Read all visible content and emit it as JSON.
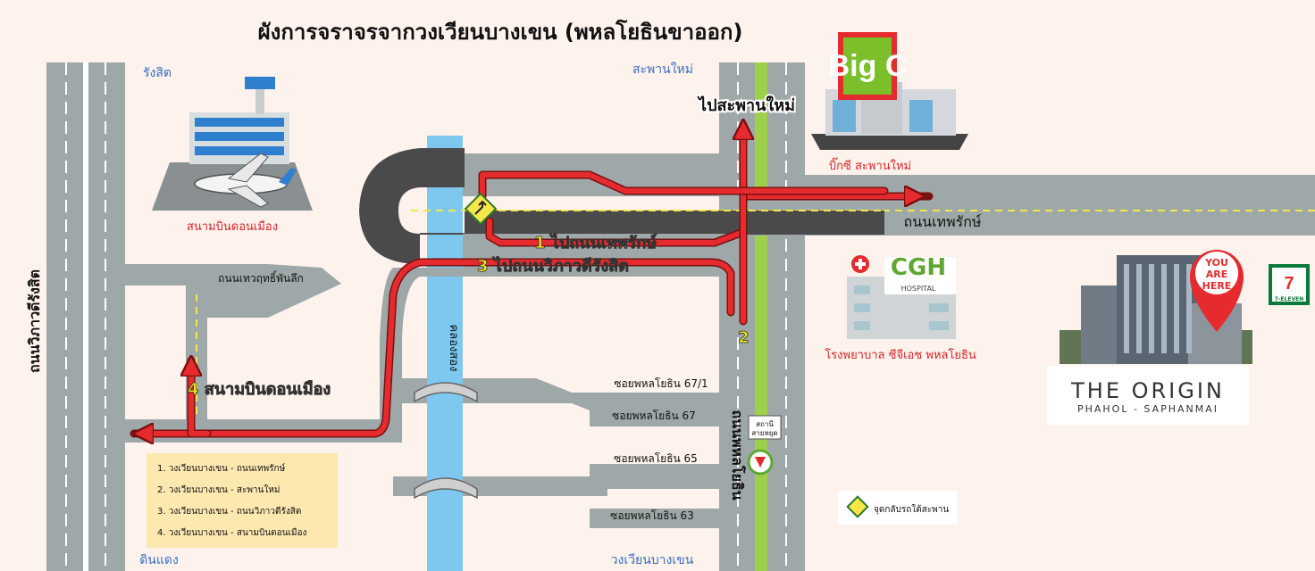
{
  "title": "ผังการจราจรจากวงเวียนบางเขน (พหลโยธินขาออก)",
  "directions": {
    "rangsit": "รังสิต",
    "saphan_mai": "สะพานใหม่",
    "din_daeng": "ดินแดง",
    "wongwian_bangkhen": "วงเวียนบางเขน"
  },
  "roads": {
    "vibhavadi": "ถนนวิภาวดีรังสิต",
    "thepharak": "ถนนเทพรักษ์",
    "phahonyothin": "ถนนพหลโยธิน",
    "thewarit": "ถนนเทวฤทธิ์พันลึก",
    "canal": "คลองสอง"
  },
  "sois": [
    "ซอยพหลโยธิน 67/1",
    "ซอยพหลโยธิน 67",
    "ซอยพหลโยธิน 65",
    "ซอยพหลโยธิน 63"
  ],
  "routes": {
    "r1": "1 ไปถนนเทพรักษ์",
    "r2": "2",
    "r3": "3 ไปถนนวิภาวดีรังสิต",
    "r4": "4 สนามบินดอนเมือง",
    "to_saphan_mai": "ไปสะพานใหม่"
  },
  "landmarks": {
    "airport": "สนามบินดอนเมือง",
    "bigc": "บิ๊กซี สะพานใหม่",
    "bigc_logo": "Big C",
    "hospital": "โรงพยาบาล ซีจีเอช พหลโยธิน",
    "cgh_logo": "CGH",
    "cgh_sub": "HOSPITAL",
    "station_line1": "สถานี",
    "station_line2": "สายหยุด",
    "seven_eleven": "7-ELEVEN"
  },
  "legend": [
    "1. วงเวียนบางเขน - ถนนเทพรักษ์",
    "2. วงเวียนบางเขน - สะพานใหม่",
    "3. วงเวียนบางเขน - ถนนวิภาวดีรังสิต",
    "4. วงเวียนบางเขน - สนามบินดอนเมือง"
  ],
  "uturn_note": "จุดกลับรถใต้สะพาน",
  "you_are_here": [
    "YOU",
    "ARE",
    "HERE"
  ],
  "project": {
    "name": "THE ORIGIN",
    "sub": "PHAHOL - SAPHANMAI"
  },
  "colors": {
    "road": "#9ea8a8",
    "route": "#e52b2e",
    "canal": "#7ec8f0",
    "label_blue": "#3a6fc4",
    "label_red": "#d8262b",
    "route_num": "#f2e71c",
    "background": "#fdf2ec"
  }
}
